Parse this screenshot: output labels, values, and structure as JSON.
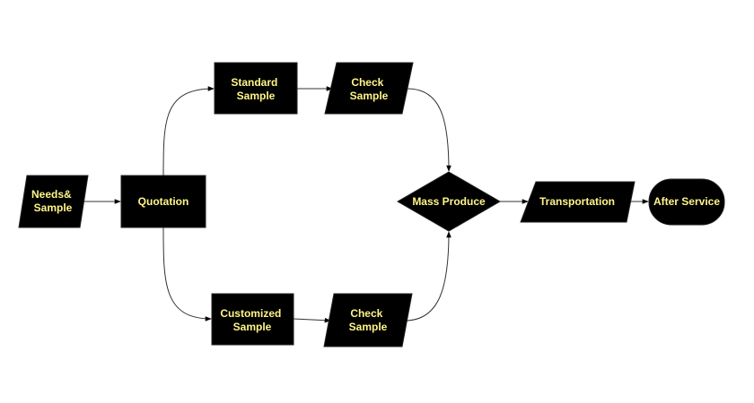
{
  "nodes": {
    "needs": {
      "lines": [
        "Needs&",
        "Sample"
      ]
    },
    "quotation": {
      "lines": [
        "Quotation"
      ]
    },
    "standard": {
      "lines": [
        "Standard",
        "Sample"
      ]
    },
    "check_top": {
      "lines": [
        "Check",
        "Sample"
      ]
    },
    "customized": {
      "lines": [
        "Customized",
        "Sample"
      ]
    },
    "check_bottom": {
      "lines": [
        "Check",
        "Sample"
      ]
    },
    "mass": {
      "lines": [
        "Mass Produce"
      ]
    },
    "transport": {
      "lines": [
        "Transportation"
      ]
    },
    "after": {
      "lines": [
        "After Service"
      ]
    }
  },
  "colors": {
    "node_fill": "#000000",
    "node_text": "#fff589",
    "edge": "#333333",
    "background": "#ffffff"
  }
}
